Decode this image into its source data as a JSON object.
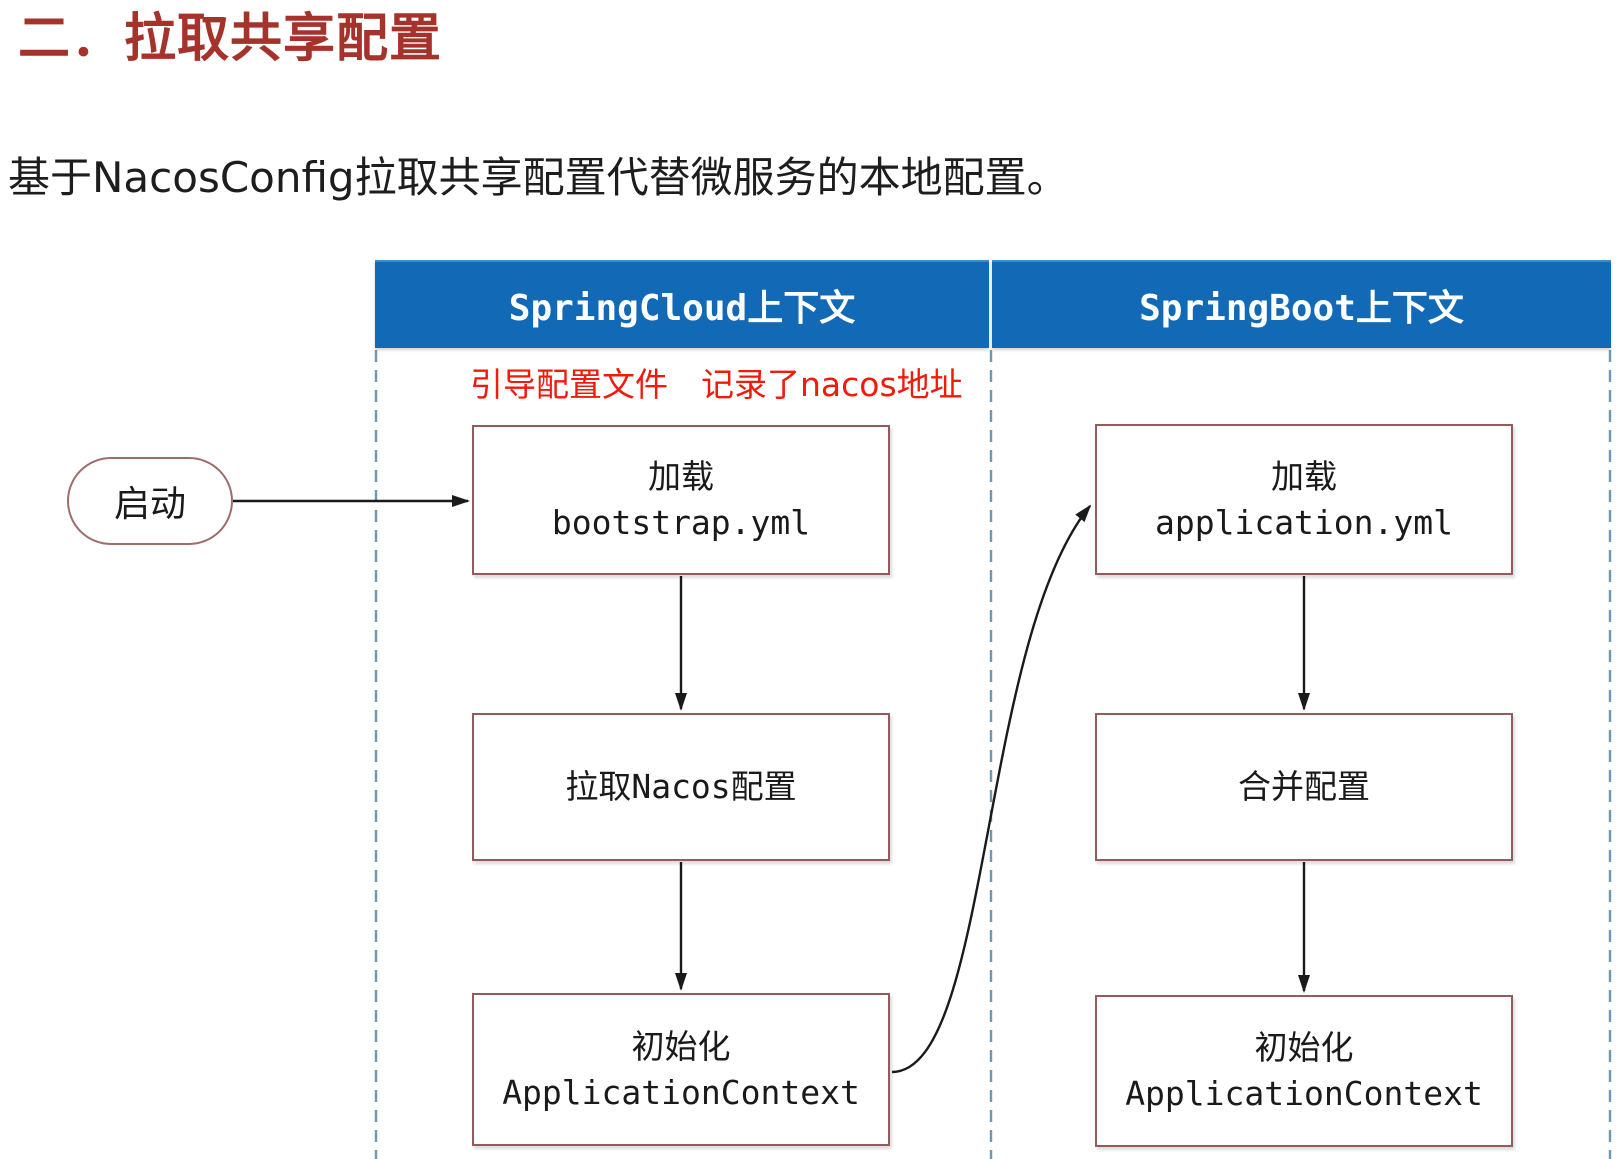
{
  "page": {
    "title": "二．拉取共享配置",
    "subtitle": "基于NacosConfig拉取共享配置代替微服务的本地配置。"
  },
  "diagram": {
    "lanes": {
      "springcloud": {
        "header": "SpringCloud上下文"
      },
      "springboot": {
        "header": "SpringBoot上下文"
      }
    },
    "annotation": "引导配置文件　记录了nacos地址",
    "start": {
      "label": "启动"
    },
    "nodes": {
      "load_bootstrap": {
        "line1": "加载",
        "line2": "bootstrap.yml"
      },
      "pull_nacos_config": {
        "label": "拉取Nacos配置"
      },
      "init_application_context_cloud": {
        "line1": "初始化",
        "line2": "ApplicationContext"
      },
      "load_application": {
        "line1": "加载",
        "line2": "application.yml"
      },
      "merge_config": {
        "label": "合并配置"
      },
      "init_application_context_boot": {
        "line1": "初始化",
        "line2": "ApplicationContext"
      }
    },
    "colors": {
      "header_bg": "#1269B6",
      "header_text": "#FFFFFF",
      "node_border": "#925C5C",
      "lane_dashed_line": "#6B9AB0",
      "connector": "#1A1A1A",
      "title_text": "#A5332B",
      "annotation_text": "#F21A0B"
    }
  }
}
